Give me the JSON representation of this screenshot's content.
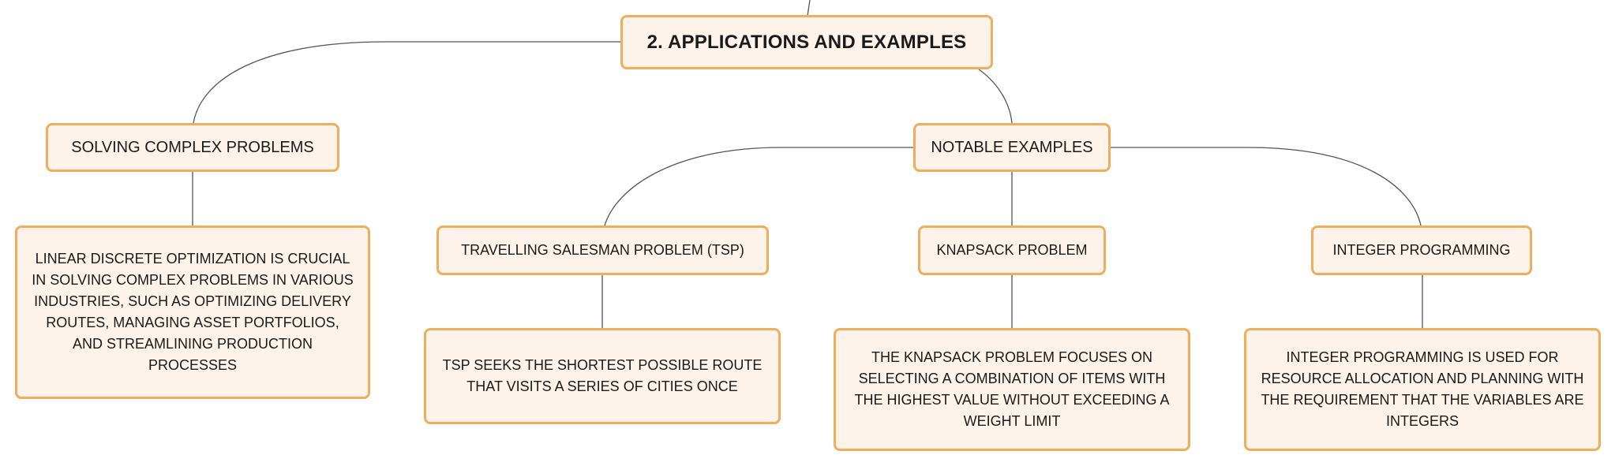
{
  "root": {
    "label": "2. APPLICATIONS AND EXAMPLES"
  },
  "branches": {
    "solving": {
      "label": "SOLVING COMPLEX PROBLEMS",
      "detail": "LINEAR DISCRETE OPTIMIZATION IS CRUCIAL IN SOLVING COMPLEX PROBLEMS IN VARIOUS INDUSTRIES, SUCH AS OPTIMIZING DELIVERY ROUTES, MANAGING ASSET PORTFOLIOS, AND STREAMLINING PRODUCTION PROCESSES"
    },
    "notable": {
      "label": "NOTABLE EXAMPLES",
      "children": [
        {
          "label": "TRAVELLING SALESMAN PROBLEM (TSP)",
          "detail": "TSP SEEKS THE SHORTEST POSSIBLE ROUTE THAT VISITS A SERIES OF CITIES ONCE"
        },
        {
          "label": "KNAPSACK PROBLEM",
          "detail": "THE KNAPSACK PROBLEM FOCUSES ON SELECTING A COMBINATION OF ITEMS WITH THE HIGHEST VALUE WITHOUT EXCEEDING A WEIGHT LIMIT"
        },
        {
          "label": "INTEGER PROGRAMMING",
          "detail": "INTEGER PROGRAMMING IS USED FOR RESOURCE ALLOCATION AND PLANNING WITH THE REQUIREMENT THAT THE VARIABLES ARE INTEGERS"
        }
      ]
    }
  },
  "colors": {
    "node_fill": "#fdf3ea",
    "node_border": "#f0ad5c",
    "connector": "#555555"
  }
}
